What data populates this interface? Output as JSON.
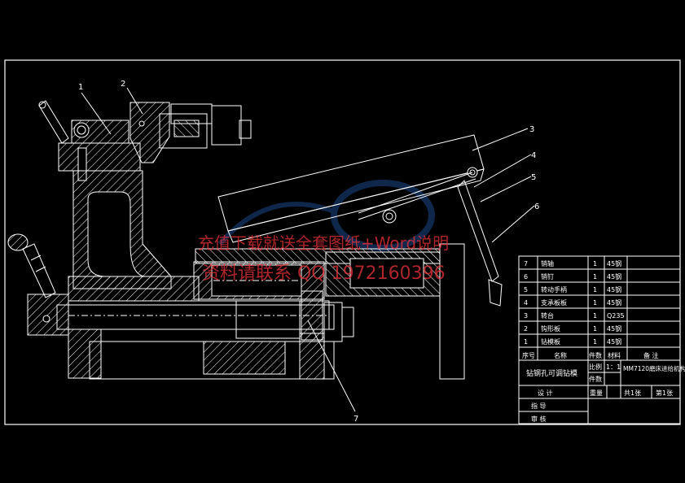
{
  "balloons": [
    "1",
    "2",
    "3",
    "4",
    "5",
    "6",
    "7"
  ],
  "watermark": {
    "line1": "充值下载就送全套图纸+Word说明",
    "line2": "资料请联系  QQ 1972160396"
  },
  "parts_list": [
    {
      "no": "7",
      "name": "销轴",
      "qty": "1",
      "material": "45钢",
      "note": ""
    },
    {
      "no": "6",
      "name": "销钉",
      "qty": "1",
      "material": "45钢",
      "note": ""
    },
    {
      "no": "5",
      "name": "转动手柄",
      "qty": "1",
      "material": "45钢",
      "note": ""
    },
    {
      "no": "4",
      "name": "支承板板",
      "qty": "1",
      "material": "45钢",
      "note": ""
    },
    {
      "no": "3",
      "name": "转台",
      "qty": "1",
      "material": "Q235",
      "note": ""
    },
    {
      "no": "2",
      "name": "钩形板",
      "qty": "1",
      "material": "45钢",
      "note": ""
    },
    {
      "no": "1",
      "name": "钻模板",
      "qty": "1",
      "material": "45钢",
      "note": ""
    }
  ],
  "table_header": {
    "no": "序号",
    "name": "名称",
    "qty": "件数",
    "material": "材料",
    "note": "备  注"
  },
  "title_block": {
    "drawing_title": "钻钢孔可调钻模",
    "scale_label": "比例",
    "scale_value": "1：1",
    "qty_label": "件数",
    "machine": "MM7120磨床进给机构",
    "design": "设  计",
    "weight": "重量",
    "total_sheets": "共1张",
    "sheet_no": "第1张",
    "drawn": "指  导",
    "review": "审  核"
  }
}
